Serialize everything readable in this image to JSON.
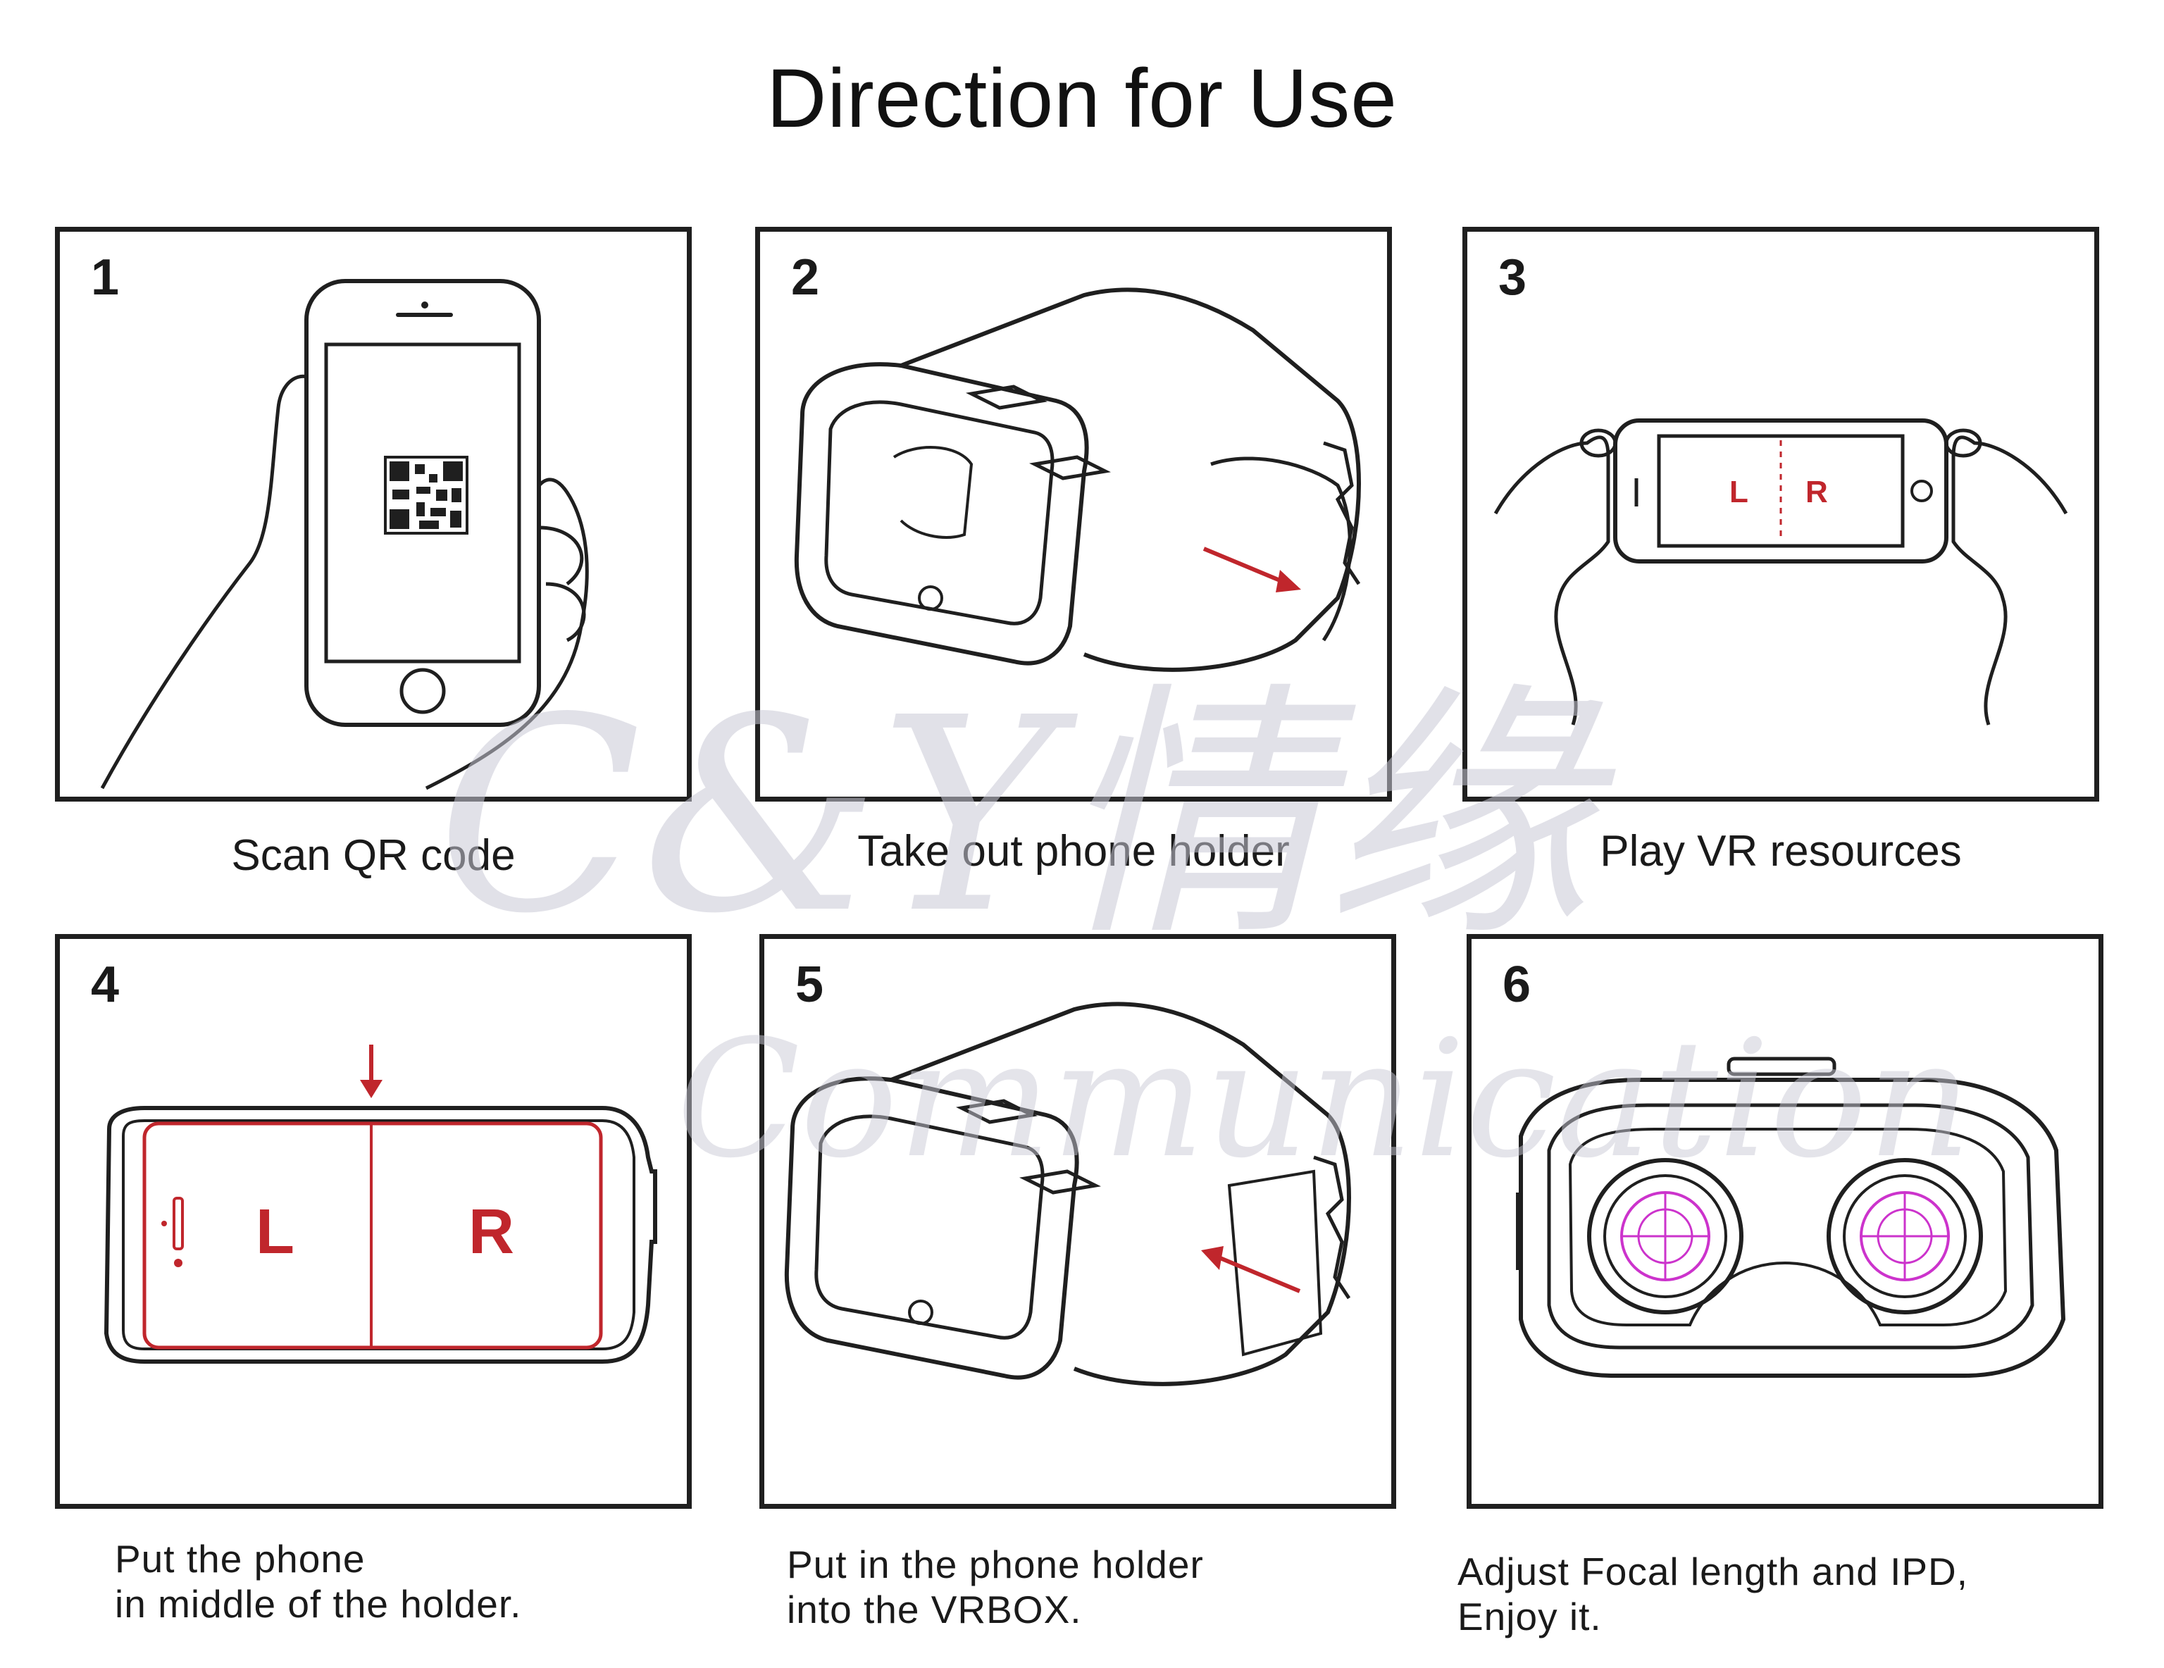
{
  "title": "Direction for Use",
  "steps": [
    {
      "number": "1",
      "caption": "Scan QR code"
    },
    {
      "number": "2",
      "caption": "Take out phone holder"
    },
    {
      "number": "3",
      "caption": "Play VR resources"
    },
    {
      "number": "4",
      "caption_lines": [
        "Put the phone",
        "in middle of the holder."
      ]
    },
    {
      "number": "5",
      "caption_lines": [
        "Put in the phone holder",
        "into the VRBOX."
      ]
    },
    {
      "number": "6",
      "caption_lines": [
        "Adjust Focal length and IPD,",
        "Enjoy it."
      ]
    }
  ],
  "screen_labels": {
    "left": "L",
    "right": "R"
  },
  "watermark": {
    "line1": "C&Y情缘",
    "line2": "Communication"
  },
  "colors": {
    "ink": "#1f1f1f",
    "accent_red": "#c0262c",
    "lens_magenta": "#cc33cc",
    "watermark": "#c9c9d6"
  },
  "icons": [
    "smartphone-qr-icon",
    "vr-headset-icon",
    "hands-phone-icon",
    "phone-holder-icon",
    "vr-lens-icon"
  ]
}
